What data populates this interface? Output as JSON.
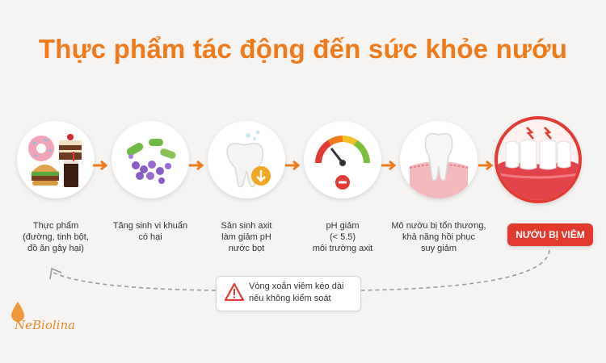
{
  "title": "Thực phẩm tác động đến sức khỏe nướu",
  "steps": [
    {
      "label": "Thực phẩm\n(đường, tinh bột,\nđồ ăn gây hại)"
    },
    {
      "label": "Tăng sinh vi khuẩn\ncó hại"
    },
    {
      "label": "Sản sinh axit\nlàm giảm pH\nnước bọt"
    },
    {
      "label": "pH giảm\n(< 5.5)\nmôi trường axit"
    },
    {
      "label": "Mô nướu bị tổn thương,\nkhả năng hồi phục\nsuy giảm"
    }
  ],
  "final_badge": "NƯỚU BỊ VIÊM",
  "warning": {
    "line1": "Vòng xoắn viêm kéo dài",
    "line2": "nếu không kiểm soát"
  },
  "logo": "NeBiolina",
  "colors": {
    "accent": "#f07a1a",
    "alert": "#e33a2f",
    "background": "#f5f4f2"
  },
  "icons": [
    "food-icon",
    "bacteria-icon",
    "tooth-acid-icon",
    "ph-gauge-icon",
    "gum-damage-icon",
    "inflamed-gums-icon",
    "warning-icon"
  ]
}
